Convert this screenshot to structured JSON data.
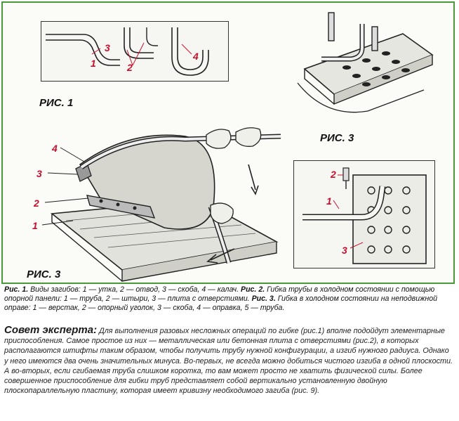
{
  "figures": {
    "fig1_title": "РИС. 1",
    "fig2_title": "РИС. 3",
    "fig3_top_title": "РИС. 3",
    "fig1_labels": [
      "1",
      "3",
      "2",
      "4"
    ],
    "fig2_labels": [
      "4",
      "3",
      "2",
      "1"
    ],
    "fig3_labels": [
      "2",
      "1",
      "3"
    ]
  },
  "caption": {
    "fig1_label": "Рис. 1.",
    "fig1_text": " Виды загибов: 1 — утка, 2 — отвод, 3 — скоба, 4 — калач. ",
    "fig2_label": "Рис. 2.",
    "fig2_text": " Гибка трубы в холодном состоянии с помощью опорной панели: 1 — труба, 2 — штыри, 3 — плита с отверстиями. ",
    "fig3_label": "Рис. 3.",
    "fig3_text": " Гибка в холодном состоянии на неподвижной оправе: 1 — верстак, 2 — опорный уголок, 3 — скоба, 4 — оправка, 5 — труба."
  },
  "advice": {
    "heading": "Совет эксперта:",
    "text": " Для выполнения разовых несложных операций по гибке (рис.1) вполне подойдут элементарные приспособления. Самое простое из них — металлическая или бетонная плита с отверстиями (рис.2), в которых располагаются штифты таким образом, чтобы получить трубу нужной конфигурации, а изгиб нужного радиуса. Однако у него имеются два очень значительных минуса. Во-первых, не всегда можно добиться чистого изгиба в одной плоскости. А во-вторых, если сгибаемая труба слишком коротка, то вам может просто не хватить физической силы. Более совершенное приспособление для гибки труб представляет собой вертикально установленную двойную плоскопараллельную пластину, которая имеет кривизну необходимого загиба (рис. 9)."
  },
  "colors": {
    "frame": "#4a9a3a",
    "label": "#c8102e"
  }
}
